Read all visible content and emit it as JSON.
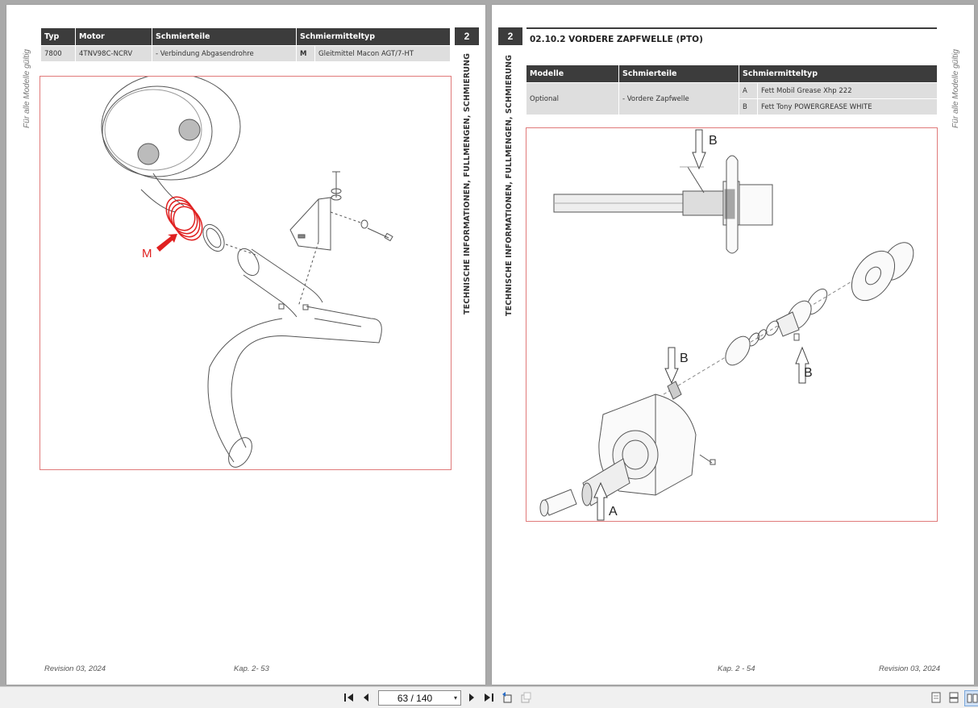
{
  "viewer": {
    "page_indicator": "63 / 140"
  },
  "left_page": {
    "side_note": "Für alle Modelle gültig",
    "chapter_number": "2",
    "chapter_title": "TECHNISCHE INFORMATIONEN, FÜLLMENGEN, SCHMIERUNG",
    "table": {
      "headers": [
        "Typ",
        "Motor",
        "Schmierteile",
        "Schmiermitteltyp"
      ],
      "row": {
        "typ": "7800",
        "motor": "4TNV98C-NCRV",
        "schmierteile": "- Verbindung Abgasendrohre",
        "code": "M",
        "schmiermittel": "Gleitmittel Macon AGT/7-HT"
      }
    },
    "figure_label": "M",
    "footer_left": "Revision 03, 2024",
    "footer_center": "Kap. 2- 53"
  },
  "right_page": {
    "side_note": "Für alle Modelle gültig",
    "chapter_number": "2",
    "chapter_title": "TECHNISCHE INFORMATIONEN, FÜLLMENGEN, SCHMIERUNG",
    "section_heading": "02.10.2   VORDERE ZAPFWELLE (PTO)",
    "table": {
      "headers": [
        "Modelle",
        "Schmierteile",
        "Schmiermitteltyp"
      ],
      "modelle": "Optional",
      "schmierteile": "- Vordere Zapfwelle",
      "rows": [
        {
          "code": "A",
          "name": "Fett Mobil Grease Xhp 222"
        },
        {
          "code": "B",
          "name": "Fett Tony POWERGREASE WHITE"
        }
      ]
    },
    "figure_labels": {
      "b_top": "B",
      "b_left": "B",
      "b_right": "B",
      "a": "A"
    },
    "footer_center": "Kap. 2 - 54",
    "footer_right": "Revision 03, 2024"
  },
  "colors": {
    "table_header": "#3c3c3c",
    "table_cell": "#dedede",
    "figure_border": "#e07a7a",
    "highlight": "#e02020"
  }
}
